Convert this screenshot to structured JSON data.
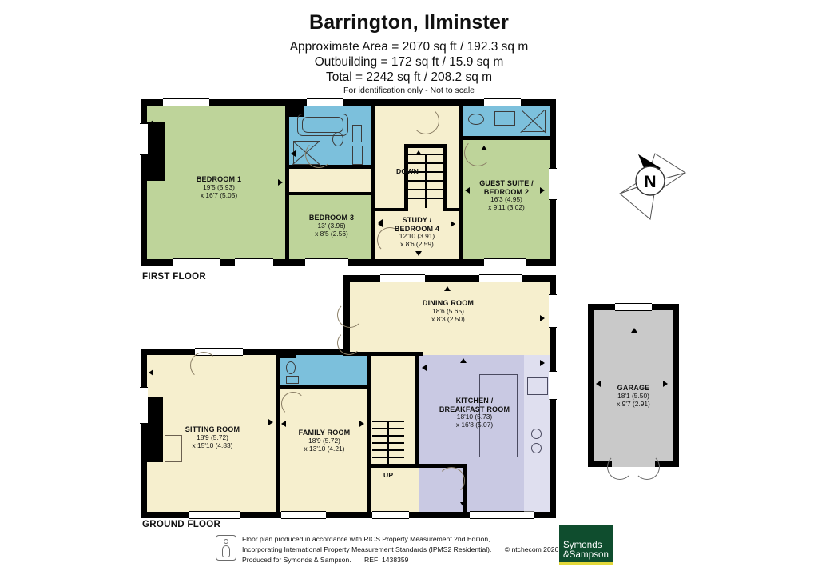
{
  "header": {
    "title": "Barrington, Ilminster",
    "approx_area": "Approximate Area = 2070 sq ft / 192.3 sq m",
    "outbuilding": "Outbuilding = 172 sq ft / 15.9 sq m",
    "total": "Total = 2242 sq ft / 208.2 sq m",
    "disclaimer": "For identification only - Not to scale"
  },
  "floors": {
    "first": {
      "caption": "FIRST FLOOR"
    },
    "ground": {
      "caption": "GROUND FLOOR"
    }
  },
  "stairs": {
    "down_label": "DOWN",
    "up_label": "UP"
  },
  "compass": {
    "north_label": "N"
  },
  "rooms": {
    "bedroom1": {
      "name": "BEDROOM 1",
      "dim_imperial": "19'5 (5.93)",
      "dim_metric": "x 16'7 (5.05)"
    },
    "bedroom3": {
      "name": "BEDROOM 3",
      "dim_imperial": "13' (3.96)",
      "dim_metric": "x 8'5 (2.56)"
    },
    "study": {
      "name_line1": "STUDY /",
      "name_line2": "BEDROOM 4",
      "dim_imperial": "12'10 (3.91)",
      "dim_metric": "x 8'6 (2.59)"
    },
    "guest": {
      "name_line1": "GUEST SUITE /",
      "name_line2": "BEDROOM 2",
      "dim_imperial": "16'3 (4.95)",
      "dim_metric": "x 9'11 (3.02)"
    },
    "dining": {
      "name": "DINING ROOM",
      "dim_imperial": "18'6 (5.65)",
      "dim_metric": "x 8'3 (2.50)"
    },
    "sitting": {
      "name": "SITTING ROOM",
      "dim_imperial": "18'9 (5.72)",
      "dim_metric": "x 15'10 (4.83)"
    },
    "family": {
      "name": "FAMILY ROOM",
      "dim_imperial": "18'9 (5.72)",
      "dim_metric": "x 13'10 (4.21)"
    },
    "kitchen": {
      "name_line1": "KITCHEN /",
      "name_line2": "BREAKFAST ROOM",
      "dim_imperial": "18'10 (5.73)",
      "dim_metric": "x 16'8 (5.07)"
    },
    "garage": {
      "name": "GARAGE",
      "dim_imperial": "18'1 (5.50)",
      "dim_metric": "x 9'7 (2.91)"
    }
  },
  "footer": {
    "line1": "Floor plan produced in accordance with RICS Property Measurement 2nd Edition,",
    "line2": "Incorporating International Property Measurement Standards (IPMS2 Residential).",
    "copyright": "© ntchecom 2026.",
    "line3": "Produced for Symonds & Sampson.",
    "reference": "REF: 1438359",
    "logo_line1": "Symonds",
    "logo_line2": "&Sampson"
  },
  "colors": {
    "bedroom_green": "#bed49a",
    "cream": "#f6efce",
    "bathroom_blue": "#7cc0dc",
    "kitchen_lavender": "#c9c9e3",
    "garage_grey": "#c9c9c9",
    "wall_black": "#000000",
    "logo_green": "#0f4d2e",
    "logo_yellow": "#e3d83a"
  }
}
